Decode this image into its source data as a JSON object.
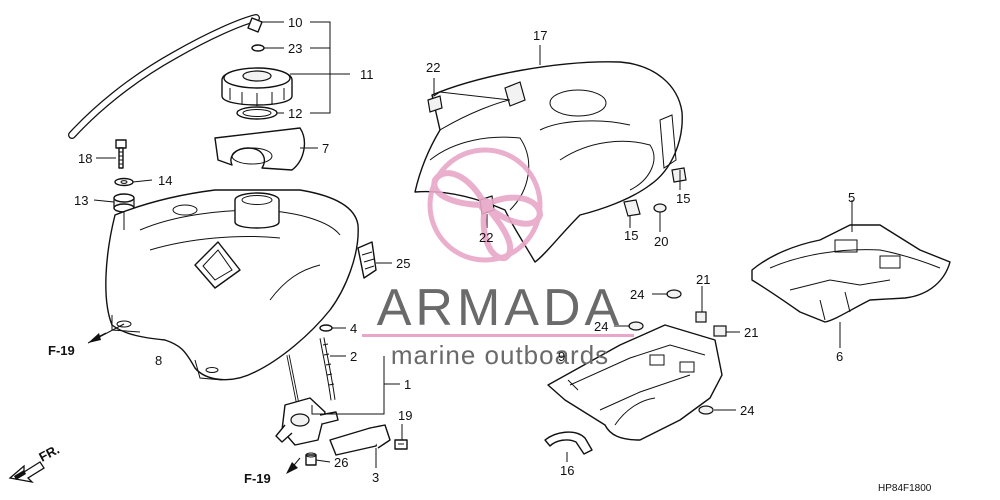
{
  "callouts": {
    "c10": "10",
    "c23": "23",
    "c11": "11",
    "c12": "12",
    "c7": "7",
    "c18": "18",
    "c14": "14",
    "c13": "13",
    "c8": "8",
    "c25": "25",
    "c4": "4",
    "c2": "2",
    "c1": "1",
    "c19": "19",
    "c26": "26",
    "c3": "3",
    "c17": "17",
    "c22a": "22",
    "c22b": "22",
    "c15a": "15",
    "c15b": "15",
    "c20": "20",
    "c5": "5",
    "c6": "6",
    "c21a": "21",
    "c21b": "21",
    "c24a": "24",
    "c24b": "24",
    "c24c": "24",
    "c9": "9",
    "c16": "16"
  },
  "refs": {
    "f19_left": "F-19",
    "f19_bottom": "F-19",
    "front": "FR."
  },
  "diagram_code": "HP84F1800",
  "watermark": {
    "title": "ARMADA",
    "subtitle": "marine outboards",
    "color": "#e8a7c8"
  }
}
